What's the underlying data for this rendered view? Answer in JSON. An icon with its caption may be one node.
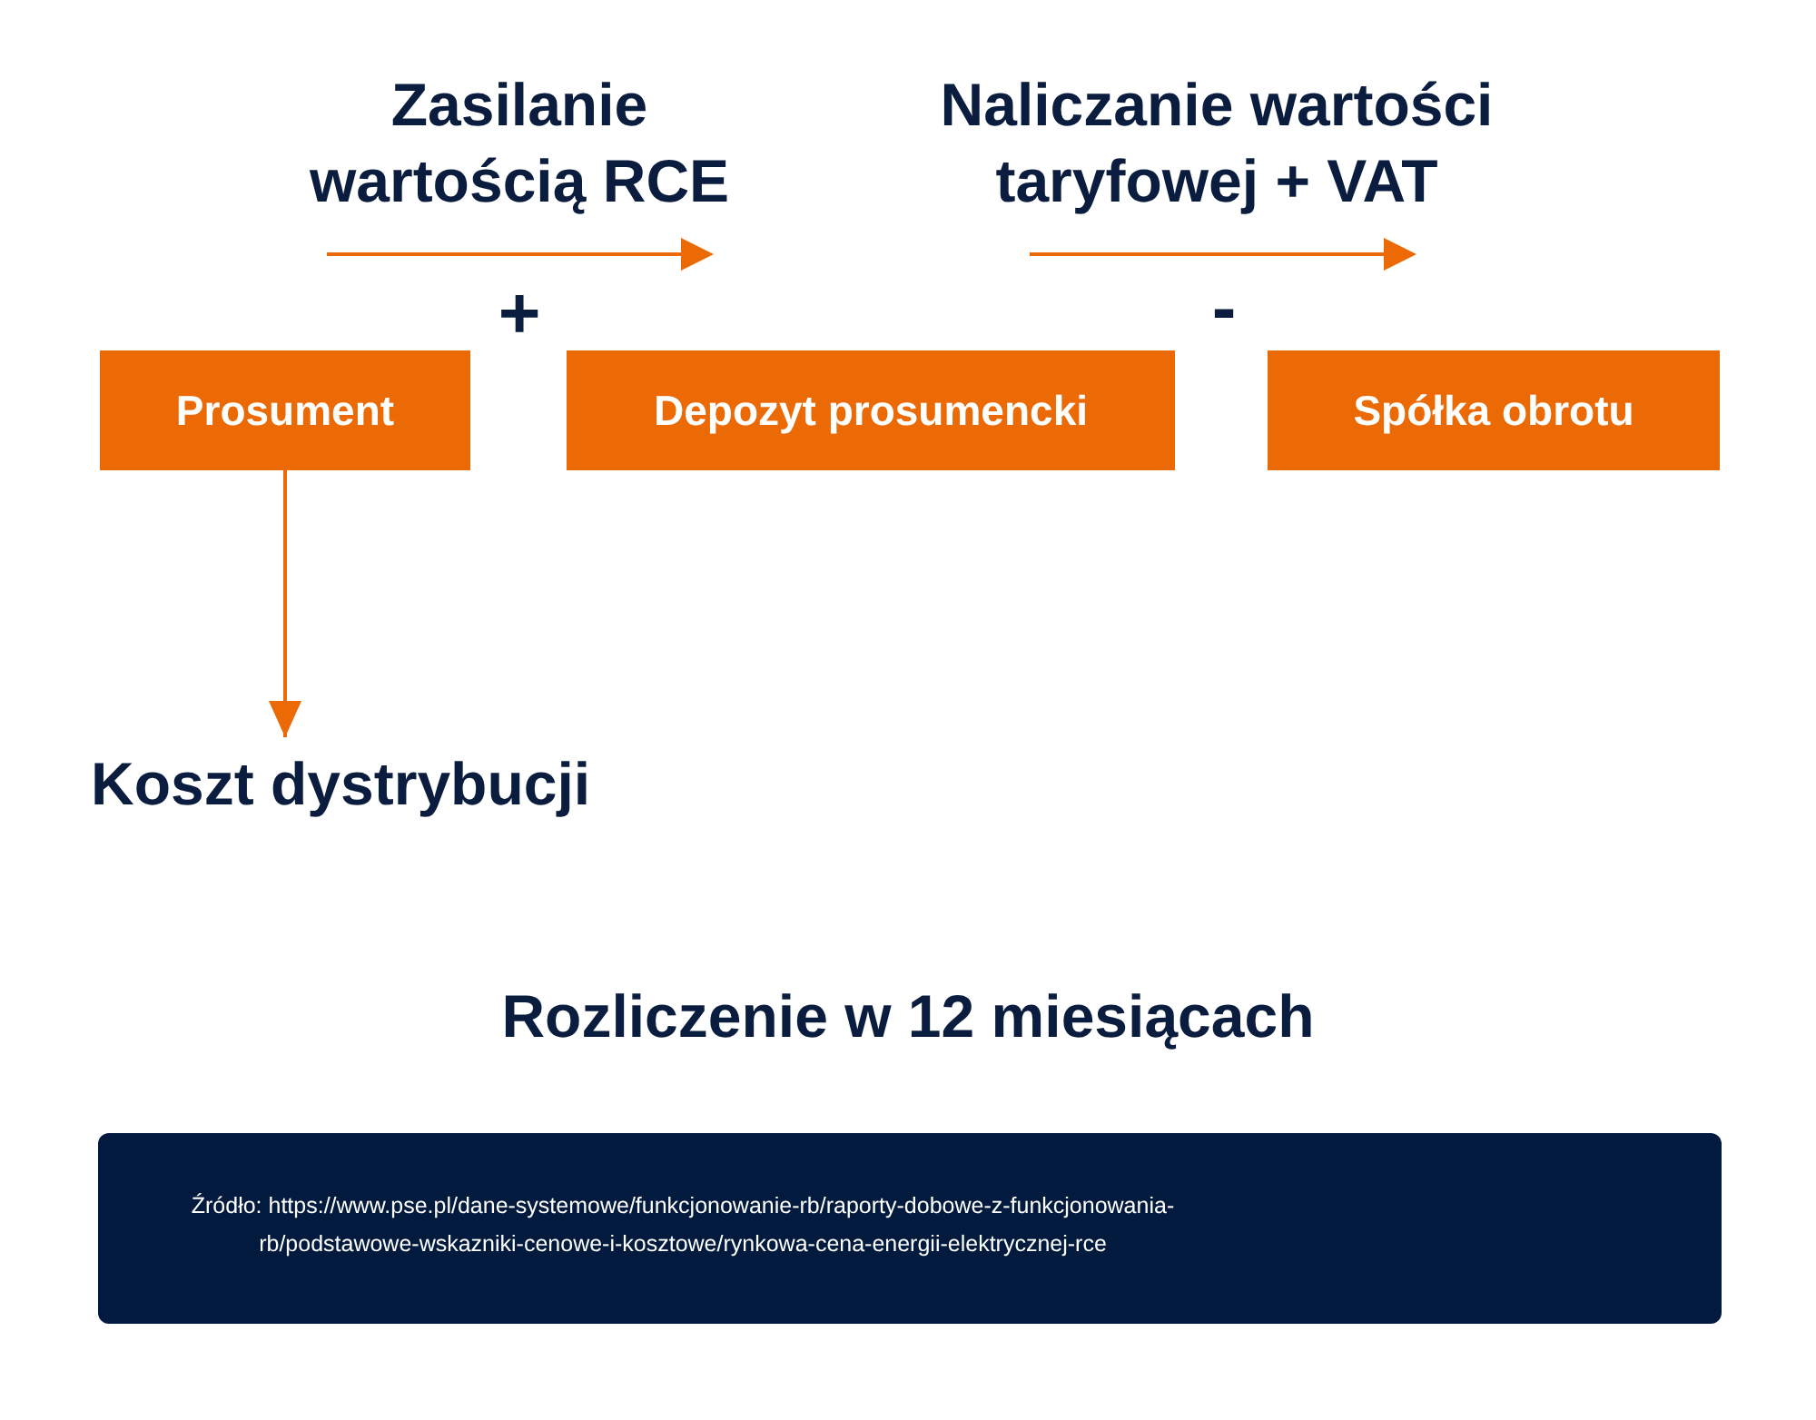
{
  "diagram": {
    "nodes": [
      {
        "text": [
          "Prosument"
        ]
      },
      {
        "text": [
          "Depozyt prosumencki"
        ]
      },
      {
        "text": [
          "Spółka obrotu"
        ]
      },
      {
        "text": [
          "Koszt dystrybucji"
        ]
      },
      {
        "text": [
          "Źródło: https://www.pse.pl/dane-systemowe/funkcjonowanie-rb/raporty-dobowe-z-funkcjonowania-rb/podstawowe-wskazniki-cenowe-i-kosztowe/rynkowa-cena-energii-elektrycznej-rce"
        ]
      }
    ],
    "edges": [
      {
        "from": 0,
        "to": 3,
        "arrow": "to"
      }
    ],
    "labels": [
      "Zasilanie wartością RCE",
      "Naliczanie wartości taryfowej + VAT",
      "+",
      "-",
      "Rozliczenie w 12 miesiącach"
    ]
  }
}
